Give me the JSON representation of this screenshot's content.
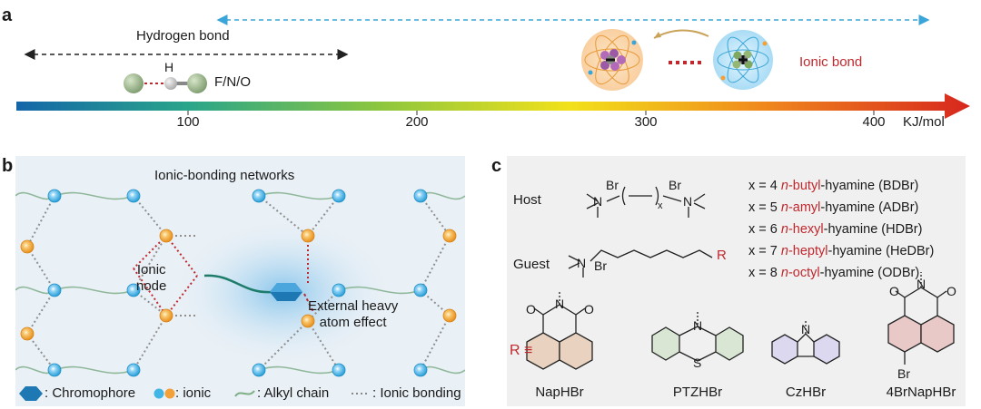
{
  "panel_a": {
    "label": "a",
    "hydrogen_bond": "Hydrogen bond",
    "h_atom": "H",
    "acceptor": "F/N/O",
    "ionic_bond": "Ionic bond",
    "axis_ticks": [
      "100",
      "200",
      "300",
      "400"
    ],
    "axis_unit": "KJ/mol"
  },
  "panel_b": {
    "label": "b",
    "title": "Ionic-bonding networks",
    "ionic_node": "Ionic\nnode",
    "heavy_atom": "External heavy\natom effect",
    "legend": {
      "chromophore": ": Chromophore",
      "ionic": ": ionic",
      "alkyl": ": Alkyl chain",
      "ionic_bonding": ": Ionic bonding"
    }
  },
  "panel_c": {
    "label": "c",
    "host": "Host",
    "guest": "Guest",
    "br": "Br",
    "n": "N",
    "x_sub": "x",
    "r": "R",
    "r_equiv": "R ≡",
    "series": [
      {
        "prefix": "x = 4 ",
        "n": "n",
        "chain": "-butyl",
        "suffix": "-hyamine (BDBr)"
      },
      {
        "prefix": "x = 5 ",
        "n": "n",
        "chain": "-amyl",
        "suffix": "-hyamine (ADBr)"
      },
      {
        "prefix": "x = 6 ",
        "n": "n",
        "chain": "-hexyl",
        "suffix": "-hyamine (HDBr)"
      },
      {
        "prefix": "x = 7 ",
        "n": "n",
        "chain": "-heptyl",
        "suffix": "-hyamine (HeDBr)"
      },
      {
        "prefix": "x = 8 ",
        "n": "n",
        "chain": "-octyl",
        "suffix": "-hyamine (ODBr)"
      }
    ],
    "molecules": [
      "NapHBr",
      "PTZHBr",
      "CzHBr",
      "4BrNapHBr"
    ],
    "atoms": {
      "O": "O",
      "N": "N",
      "S": "S",
      "Br": "Br"
    }
  },
  "colors": {
    "ionic_red": "#c0282d",
    "blue_node": "#42b4e6",
    "orange_node": "#f2a03a",
    "chain_green": "#7fae86",
    "panel_b_bg": "#e9f0f6",
    "panel_c_bg": "#f0f0f0"
  }
}
